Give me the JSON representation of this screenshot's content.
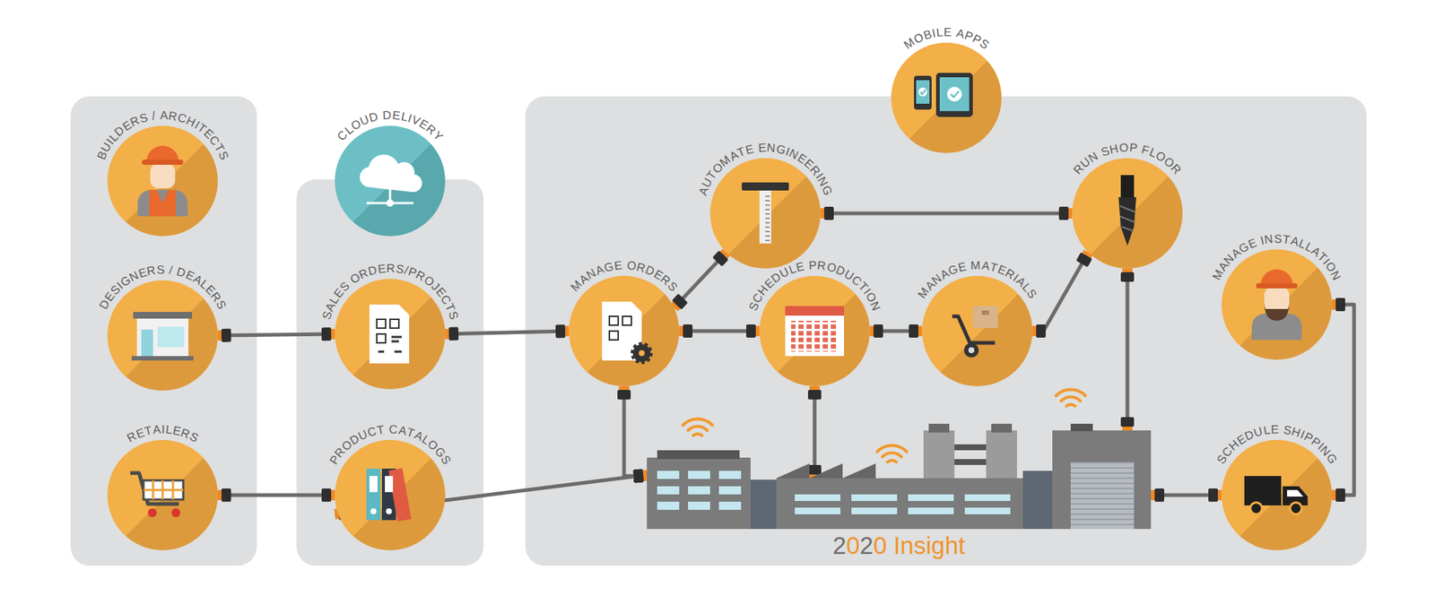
{
  "diagram": {
    "nodes": [
      {
        "text": [
          "BUILDERS / ARCHITECTS"
        ]
      },
      {
        "text": [
          "CLOUD DELIVERY"
        ]
      },
      {
        "text": [
          "MOBILE APPS"
        ]
      },
      {
        "text": [
          "AUTOMATE ENGINEERING"
        ]
      },
      {
        "text": [
          "RUN SHOP FLOOR"
        ]
      },
      {
        "text": [
          "DESIGNERS / DEALERS"
        ]
      },
      {
        "text": [
          "SALES ORDERS/PROJECTS"
        ]
      },
      {
        "text": [
          "MANAGE ORDERS"
        ]
      },
      {
        "text": [
          "SCHEDULE PRODUCTION"
        ]
      },
      {
        "text": [
          "MANAGE MATERIALS"
        ]
      },
      {
        "text": [
          "MANAGE INSTALLATION"
        ]
      },
      {
        "text": [
          "RETAILERS"
        ]
      },
      {
        "text": [
          "PRODUCT CATALOGS"
        ]
      },
      {
        "text": [
          "2020 Insight"
        ]
      },
      {
        "text": [
          "SCHEDULE SHIPPING"
        ]
      }
    ],
    "edges": [
      {
        "from": 5,
        "to": 6,
        "arrow": "none"
      },
      {
        "from": 6,
        "to": 7,
        "arrow": "none"
      },
      {
        "from": 7,
        "to": 3,
        "arrow": "none"
      },
      {
        "from": 7,
        "to": 8,
        "arrow": "none"
      },
      {
        "from": 7,
        "to": 13,
        "arrow": "none"
      },
      {
        "from": 8,
        "to": 9,
        "arrow": "none"
      },
      {
        "from": 8,
        "to": 13,
        "arrow": "none"
      },
      {
        "from": 9,
        "to": 4,
        "arrow": "none"
      },
      {
        "from": 3,
        "to": 4,
        "arrow": "none"
      },
      {
        "from": 4,
        "to": 13,
        "arrow": "none"
      },
      {
        "from": 11,
        "to": 12,
        "arrow": "none"
      },
      {
        "from": 12,
        "to": 13,
        "arrow": "none"
      },
      {
        "from": 13,
        "to": 14,
        "arrow": "none"
      },
      {
        "from": 10,
        "to": 14,
        "arrow": "none"
      }
    ]
  }
}
